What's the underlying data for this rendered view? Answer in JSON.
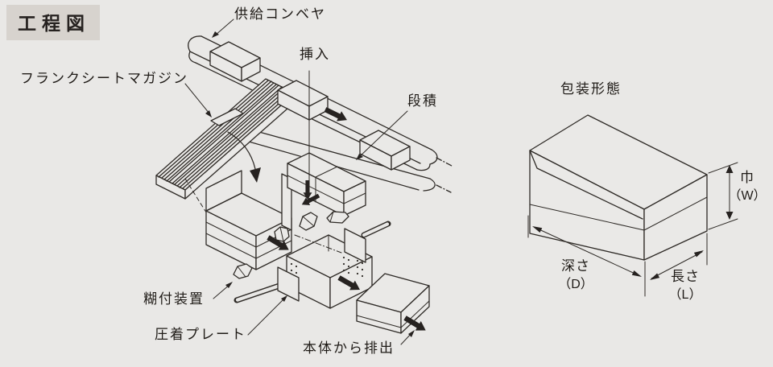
{
  "colors": {
    "background": "#e9e8e6",
    "title_background": "#d7d3ce",
    "line": "#2e2a26",
    "text": "#1f1b17"
  },
  "title": "工程図",
  "process_diagram": {
    "labels": {
      "supply_conveyor": "供給コンベヤ",
      "insertion": "挿入",
      "blank_sheet_magazine": "フランクシートマガジン",
      "stacking": "段積",
      "gluing_device": "糊付装置",
      "pressing_plate": "圧着プレート",
      "discharge": "本体から排出"
    }
  },
  "package_diagram": {
    "title": "包装形態",
    "dimensions": {
      "width_label": "巾",
      "width_symbol": "（W）",
      "depth_label": "深さ",
      "depth_symbol": "（D）",
      "length_label": "長さ",
      "length_symbol": "（L）"
    }
  }
}
